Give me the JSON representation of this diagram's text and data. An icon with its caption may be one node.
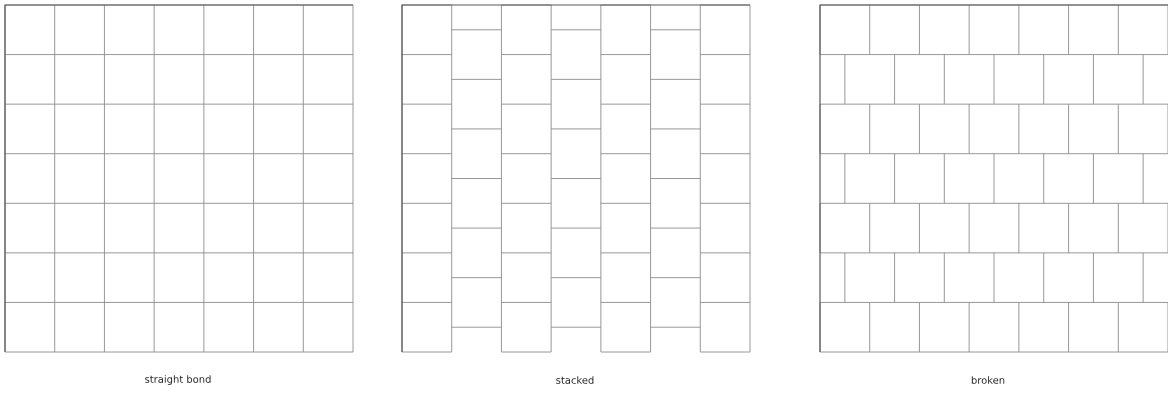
{
  "diagram": {
    "labels": [
      "straight bond",
      "stacked",
      "broken"
    ]
  }
}
